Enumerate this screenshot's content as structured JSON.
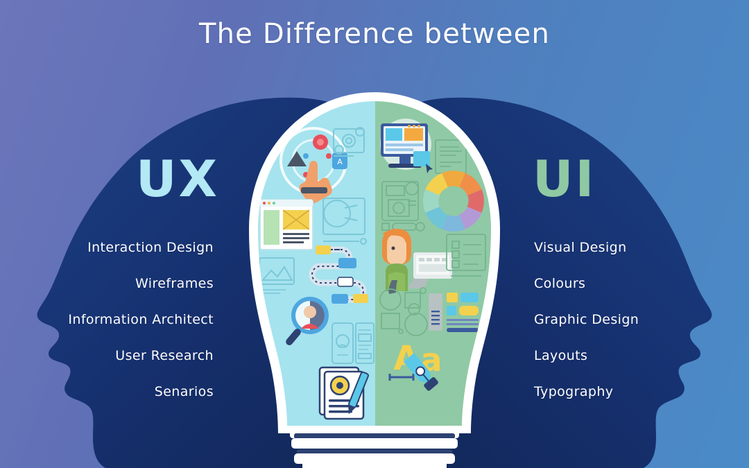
{
  "title": "The Difference between",
  "colors": {
    "bg_left": "#6c76ba",
    "bg_right": "#4a8bc7",
    "head_dark": "#17306e",
    "head_dark2": "#1d4186",
    "bulb_left_glass": "#a5e3ee",
    "bulb_right_glass": "#90c9a5",
    "bulb_rim": "#ffffff",
    "ux_accent": "#b3e8f5",
    "ui_accent": "#8fc9a3",
    "term_text": "#ffffff"
  },
  "ux": {
    "heading": "UX",
    "heading_color": "#b3e8f5",
    "terms": [
      "Interaction Design",
      "Wireframes",
      "Information Architect",
      "User Research",
      "Senarios"
    ]
  },
  "ui": {
    "heading": "UI",
    "heading_color": "#8fc9a3",
    "terms": [
      "Visual Design",
      "Colours",
      "Graphic Design",
      "Layouts",
      "Typography"
    ]
  },
  "bulb": {
    "left_icons": [
      "touch-gesture-icon",
      "wireframe-sketch-icon",
      "browser-mockup-icon",
      "user-flow-diagram-icon",
      "image-placeholder-icon",
      "persona-magnifier-icon",
      "mobile-wireframe-icon",
      "document-pen-icon"
    ],
    "right_icons": [
      "desktop-design-software-icon",
      "text-document-icon",
      "color-wheel-icon",
      "device-blueprint-icon",
      "designer-person-icon",
      "checklist-icon",
      "geometric-shapes-icon",
      "layout-blocks-icon",
      "typography-pen-nib-icon"
    ],
    "base_label": "bulb-screw-base"
  }
}
